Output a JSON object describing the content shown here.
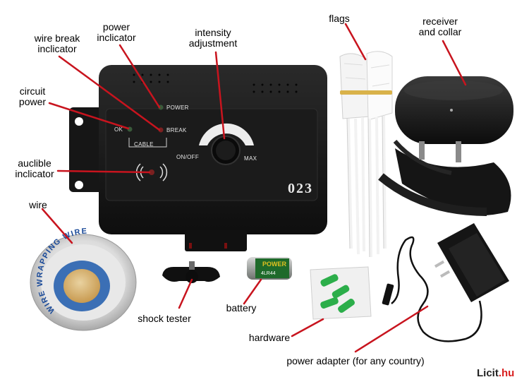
{
  "colors": {
    "background": "#ffffff",
    "device_body": "#151515",
    "callout_line": "#c8141e",
    "watermark_accent": "#d81e1e"
  },
  "labels": {
    "circuit_power": "circuit\npower",
    "wire_break_indicator": "wire break\ninclicator",
    "power_indicator": "power\ninclicator",
    "intensity_adjustment": "intensity\nadjustment",
    "flags": "flags",
    "receiver_and_collar": "receiver\nand collar",
    "audible_indicator": "auclible\ninclicator",
    "wire": "wire",
    "shock_tester": "shock tester",
    "battery": "battery",
    "hardware": "hardware",
    "power_adapter": "power adapter (for any country)"
  },
  "device_panel": {
    "power": "POWER",
    "break": "BREAK",
    "ok": "OK",
    "cable": "CABLE",
    "on_off": "ON/OFF",
    "max": "MAX",
    "model_number": "023"
  },
  "spool_text": {
    "ring": "WIRE WRAPPING WIRE"
  },
  "battery_text": {
    "brand": "POWER",
    "model": "4LR44"
  },
  "watermark": {
    "part1": "Licit",
    "part2": ".hu"
  }
}
